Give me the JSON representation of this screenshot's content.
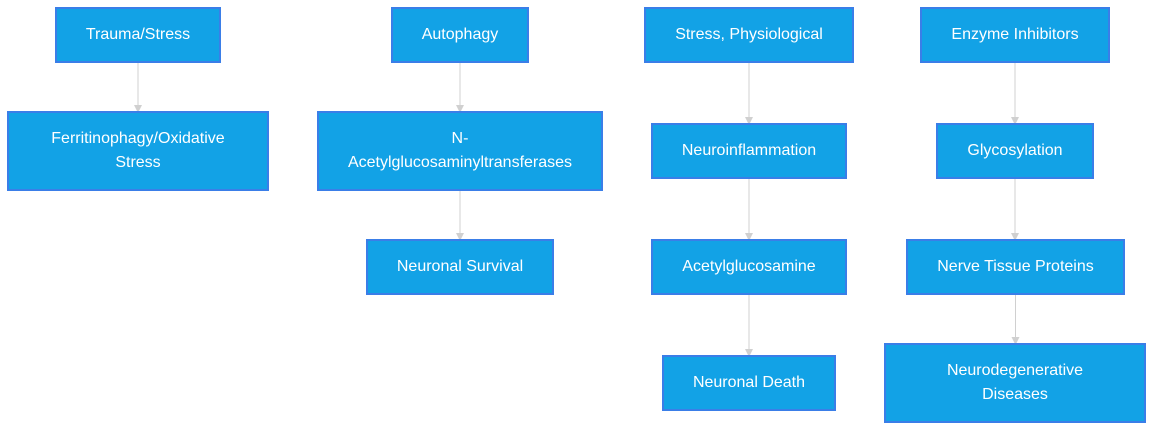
{
  "nodes": [
    {
      "id": "trauma",
      "label": "Trauma/Stress"
    },
    {
      "id": "ferritin",
      "label": "Ferritinophagy/Oxidative Stress"
    },
    {
      "id": "autophagy",
      "label": "Autophagy"
    },
    {
      "id": "nacetyl",
      "label": "N-Acetylglucosaminyltransferases"
    },
    {
      "id": "survival",
      "label": "Neuronal Survival"
    },
    {
      "id": "stressphys",
      "label": "Stress, Physiological"
    },
    {
      "id": "neuroinf",
      "label": "Neuroinflammation"
    },
    {
      "id": "acetylglc",
      "label": "Acetylglucosamine"
    },
    {
      "id": "death",
      "label": "Neuronal Death"
    },
    {
      "id": "enzyme",
      "label": "Enzyme Inhibitors"
    },
    {
      "id": "glyco",
      "label": "Glycosylation"
    },
    {
      "id": "nerveprot",
      "label": "Nerve Tissue Proteins"
    },
    {
      "id": "neurodeg",
      "label": "Neurodegenerative Diseases"
    }
  ],
  "edges": [
    {
      "from": "trauma",
      "to": "ferritin"
    },
    {
      "from": "autophagy",
      "to": "nacetyl"
    },
    {
      "from": "nacetyl",
      "to": "survival"
    },
    {
      "from": "stressphys",
      "to": "neuroinf"
    },
    {
      "from": "neuroinf",
      "to": "acetylglc"
    },
    {
      "from": "acetylglc",
      "to": "death"
    },
    {
      "from": "enzyme",
      "to": "glyco"
    },
    {
      "from": "glyco",
      "to": "nerveprot"
    },
    {
      "from": "nerveprot",
      "to": "neurodeg"
    }
  ],
  "colors": {
    "node_fill": "#12a2e6",
    "node_border": "#3a7ee8",
    "node_text": "#ffffff",
    "edge": "#d0d0d0"
  }
}
